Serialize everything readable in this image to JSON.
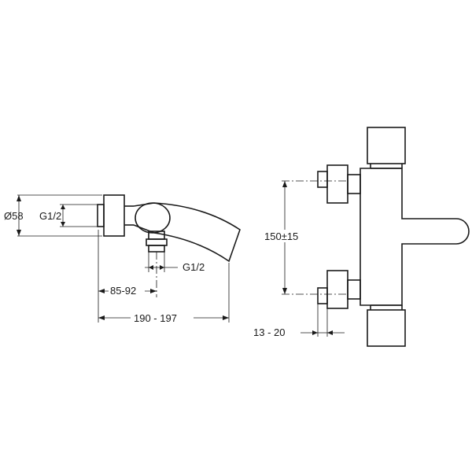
{
  "dimensions": {
    "diameter": "Ø58",
    "inlet_thread": "G1/2",
    "outlet_thread": "G1/2",
    "depth_range": "85-92",
    "overall_length": "190 - 197",
    "center_distance": "150±15",
    "wall_offset": "13 - 20"
  }
}
